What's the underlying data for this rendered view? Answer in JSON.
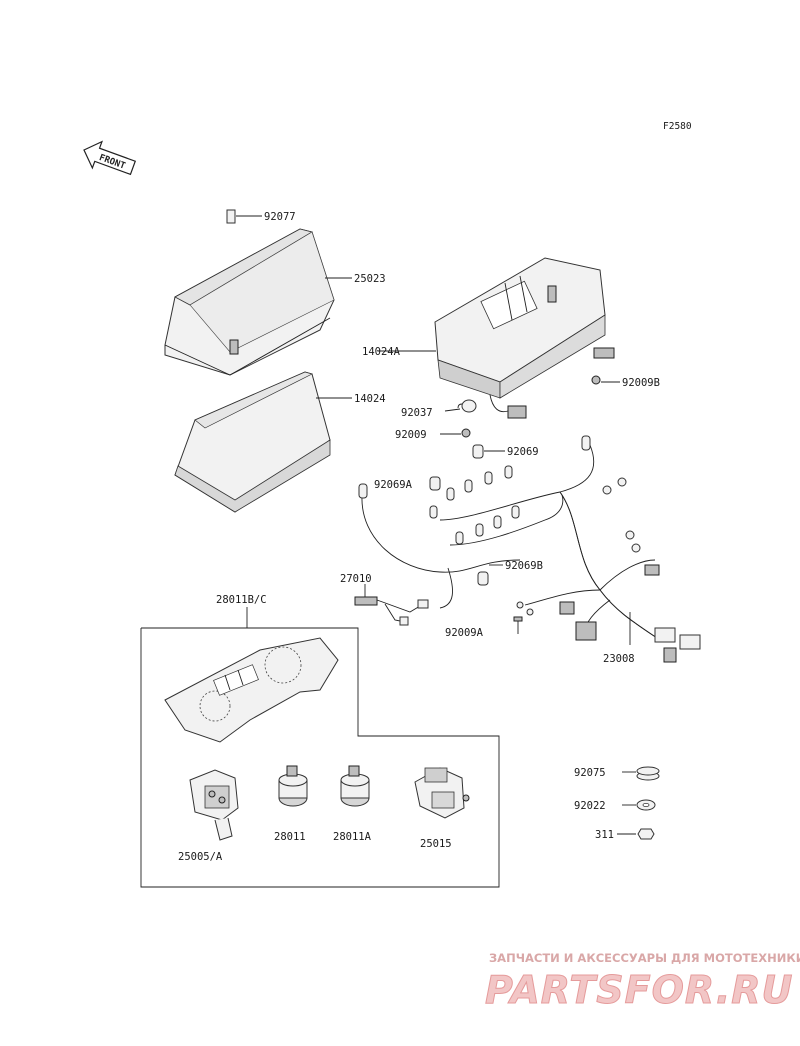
{
  "figure_code": "F2580",
  "front_arrow_text": "FRONT",
  "labels": {
    "p92077": "92077",
    "p25023": "25023",
    "p14024": "14024",
    "p14024A": "14024A",
    "p92009B": "92009B",
    "p92037": "92037",
    "p92009": "92009",
    "p92069": "92069",
    "p92069A": "92069A",
    "p92069B": "92069B",
    "p27010": "27010",
    "p92009A": "92009A",
    "p23008": "23008",
    "p28011BC": "28011B/C",
    "p92075": "92075",
    "p92022": "92022",
    "p311": "311",
    "p25005A": "25005/A",
    "p28011": "28011",
    "p28011A": "28011A",
    "p25015": "25015"
  },
  "watermark": {
    "tagline": "ЗАПЧАСТИ И АКСЕССУАРЫ ДЛЯ МОТОТЕХНИКИ",
    "logo_text": "PARTSFOR.RU"
  }
}
